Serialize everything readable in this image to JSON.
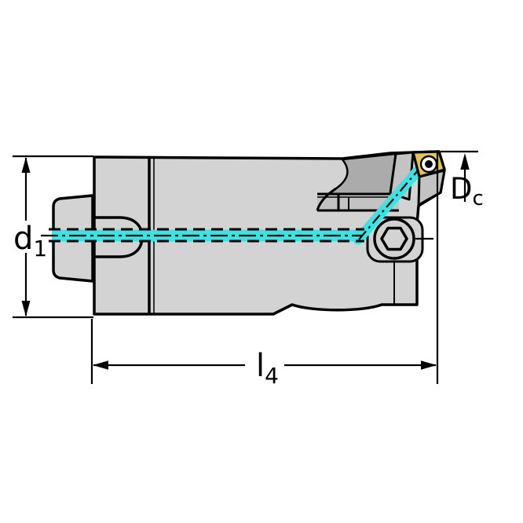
{
  "drawing": {
    "kind": "technical-drawing",
    "subject": "boring-bar-with-indexable-insert-side-view"
  },
  "labels": {
    "d1": {
      "base": "d",
      "sub": "1"
    },
    "l4": {
      "base": "l",
      "sub": "4"
    },
    "dc": {
      "base": "D",
      "sub": "c"
    }
  },
  "colors": {
    "page-bg": "#ffffff",
    "body-fill": "#d3d3d3",
    "body-mid": "#c3c3c3",
    "body-dark": "#ababab",
    "screw-fill": "#d0d0d0",
    "outline": "#000000",
    "coolant": "#3be4e4",
    "insert-gold": "#e6c44d",
    "hole-white": "#ffffff"
  }
}
